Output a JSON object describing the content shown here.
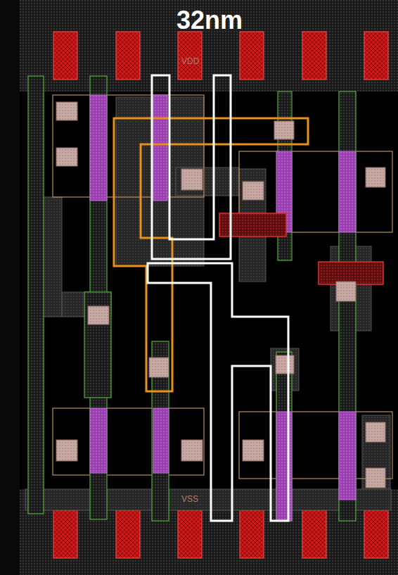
{
  "diagram": {
    "title": "32nm",
    "labels": [
      "VDD",
      "VSS"
    ]
  }
}
